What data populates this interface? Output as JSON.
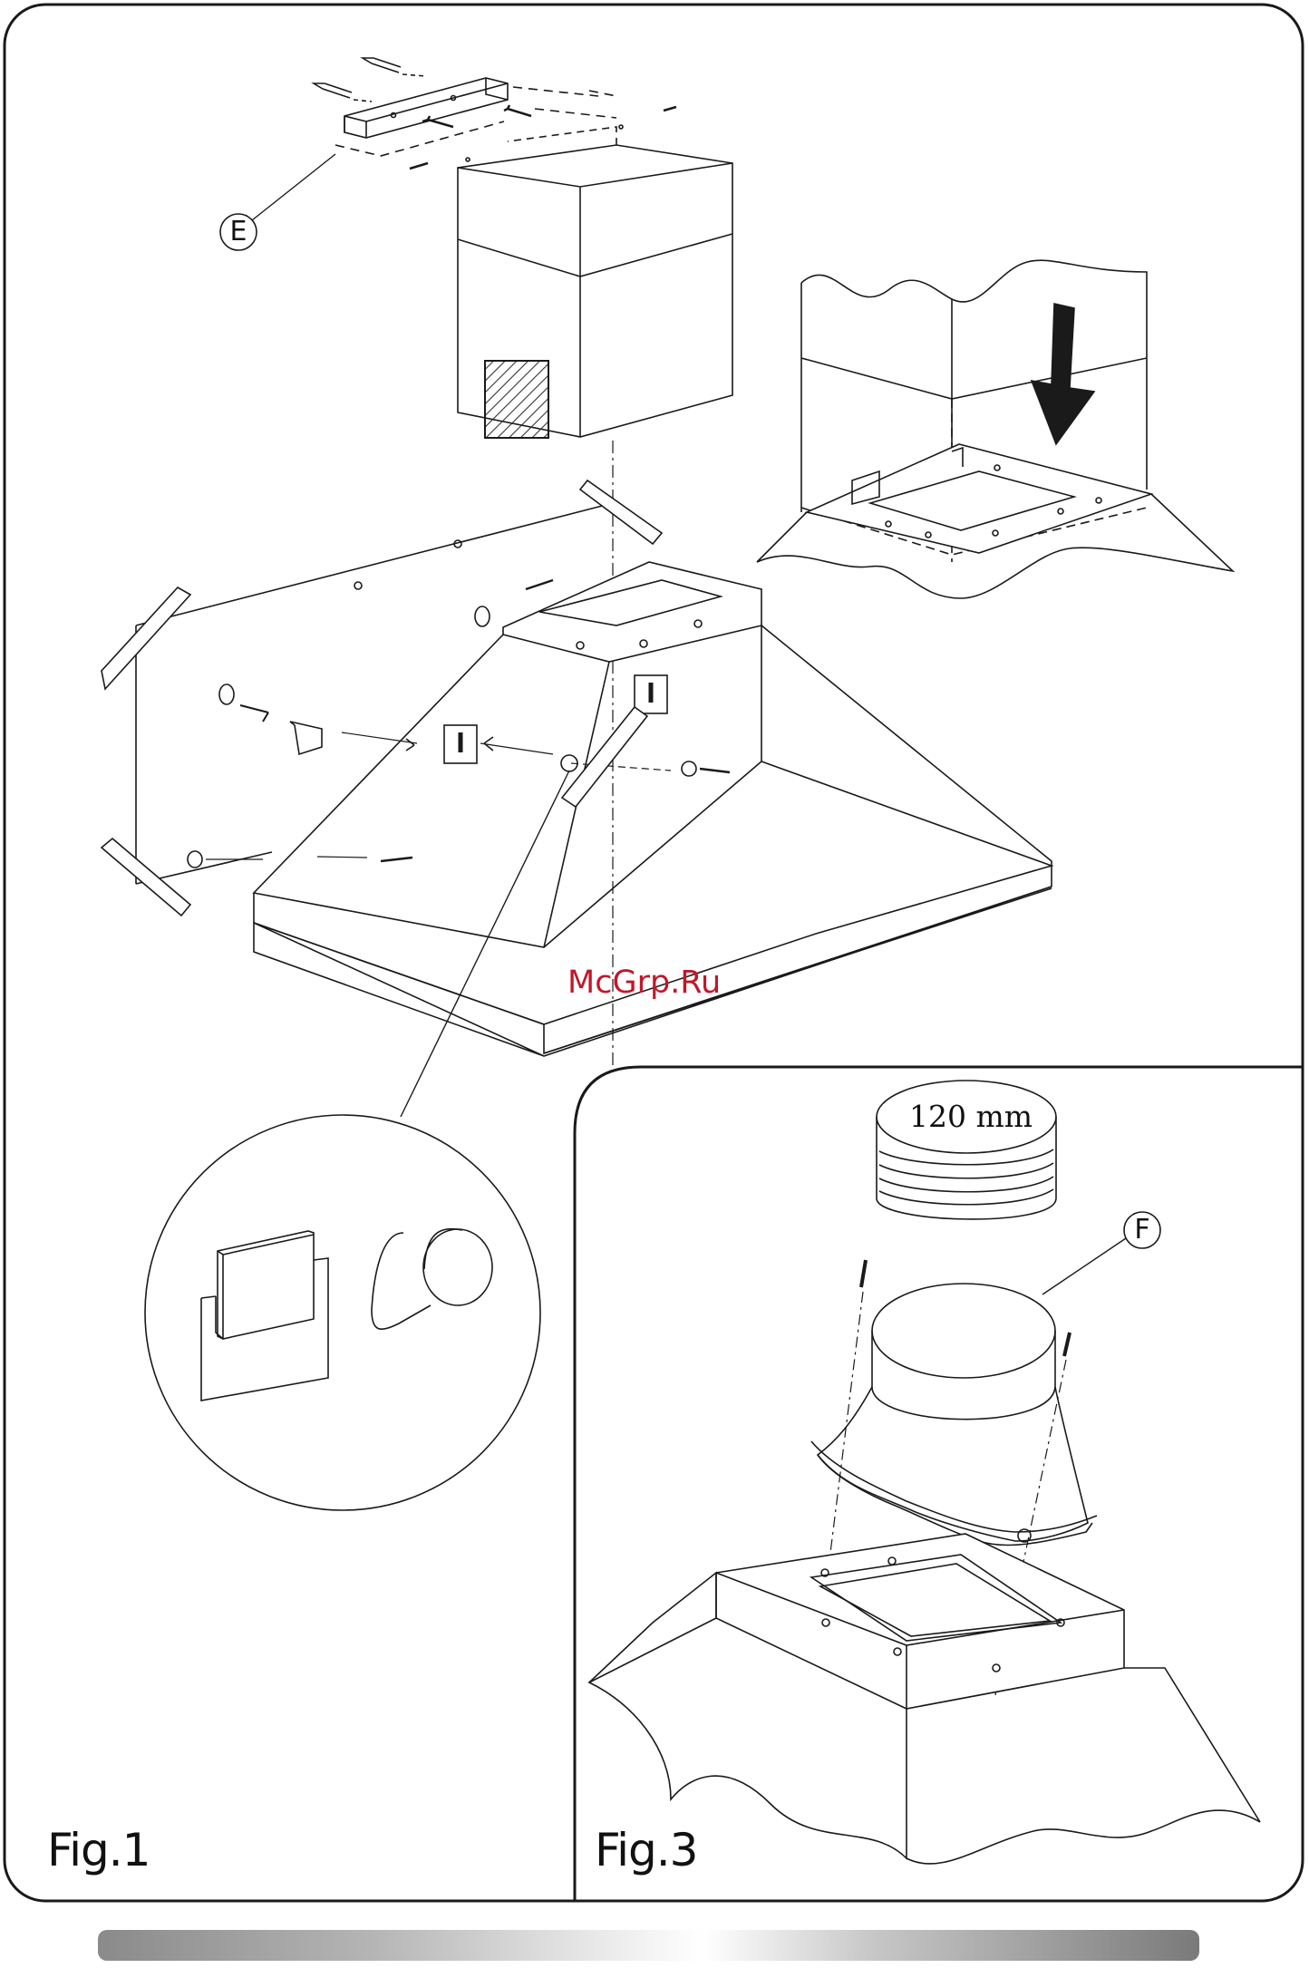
{
  "figures": {
    "fig1": {
      "label": "Fig.1",
      "callout": "E"
    },
    "fig3": {
      "label": "Fig.3",
      "callout": "F",
      "diameter_label": "120 mm"
    }
  },
  "watermark": "McGrp.Ru",
  "colors": {
    "line": "#1a1a1a",
    "background": "#ffffff",
    "watermark": "#c0182a",
    "hatch": "#333333"
  }
}
